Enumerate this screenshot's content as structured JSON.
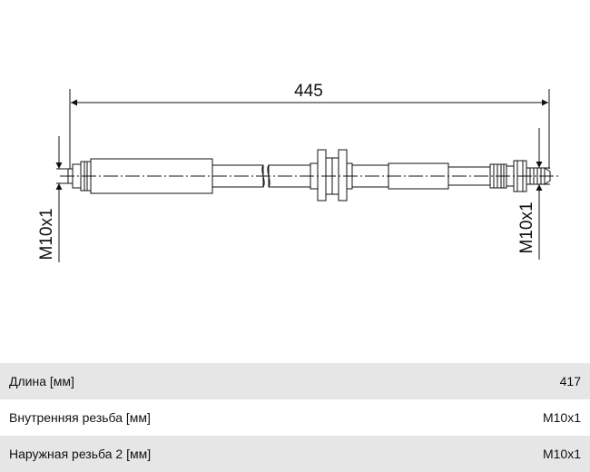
{
  "drawing": {
    "overall_length": "445",
    "left_thread": "M10x1",
    "right_thread": "M10x1"
  },
  "specs": [
    {
      "label": "Длина [мм]",
      "value": "417"
    },
    {
      "label": "Внутренняя резьба [мм]",
      "value": "M10x1"
    },
    {
      "label": "Наружная резьба 2 [мм]",
      "value": "M10x1"
    }
  ]
}
